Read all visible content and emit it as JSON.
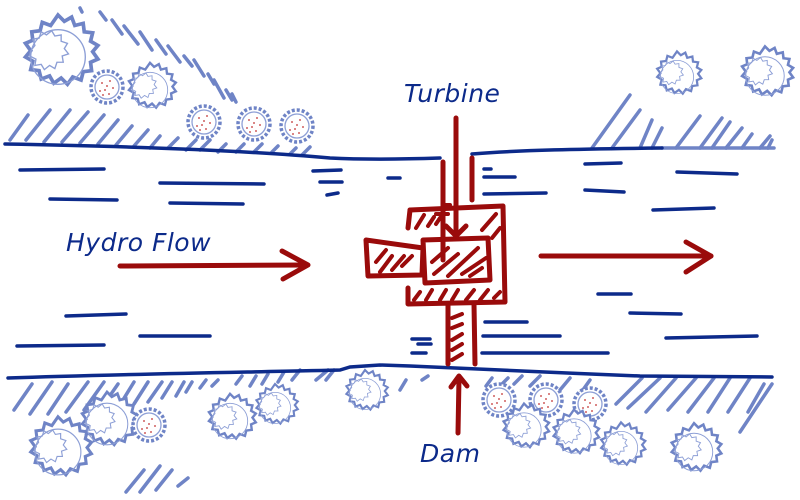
{
  "diagram": {
    "title": "Hydroelectric dam sketch",
    "labels": {
      "turbine": "Turbine",
      "flow": "Hydro Flow",
      "dam": "Dam"
    },
    "colors": {
      "water_ink": "#0c2a8a",
      "hatch_ink": "#6f84c6",
      "structure_ink": "#9a0b0b",
      "background": "#ffffff"
    },
    "components": [
      {
        "id": "turbine",
        "label": "Turbine",
        "pointer": "arrow-down"
      },
      {
        "id": "dam",
        "label": "Dam",
        "pointer": "arrow-up"
      },
      {
        "id": "flow-in",
        "label": "Hydro Flow",
        "direction": "right"
      },
      {
        "id": "flow-out",
        "direction": "right"
      }
    ]
  }
}
